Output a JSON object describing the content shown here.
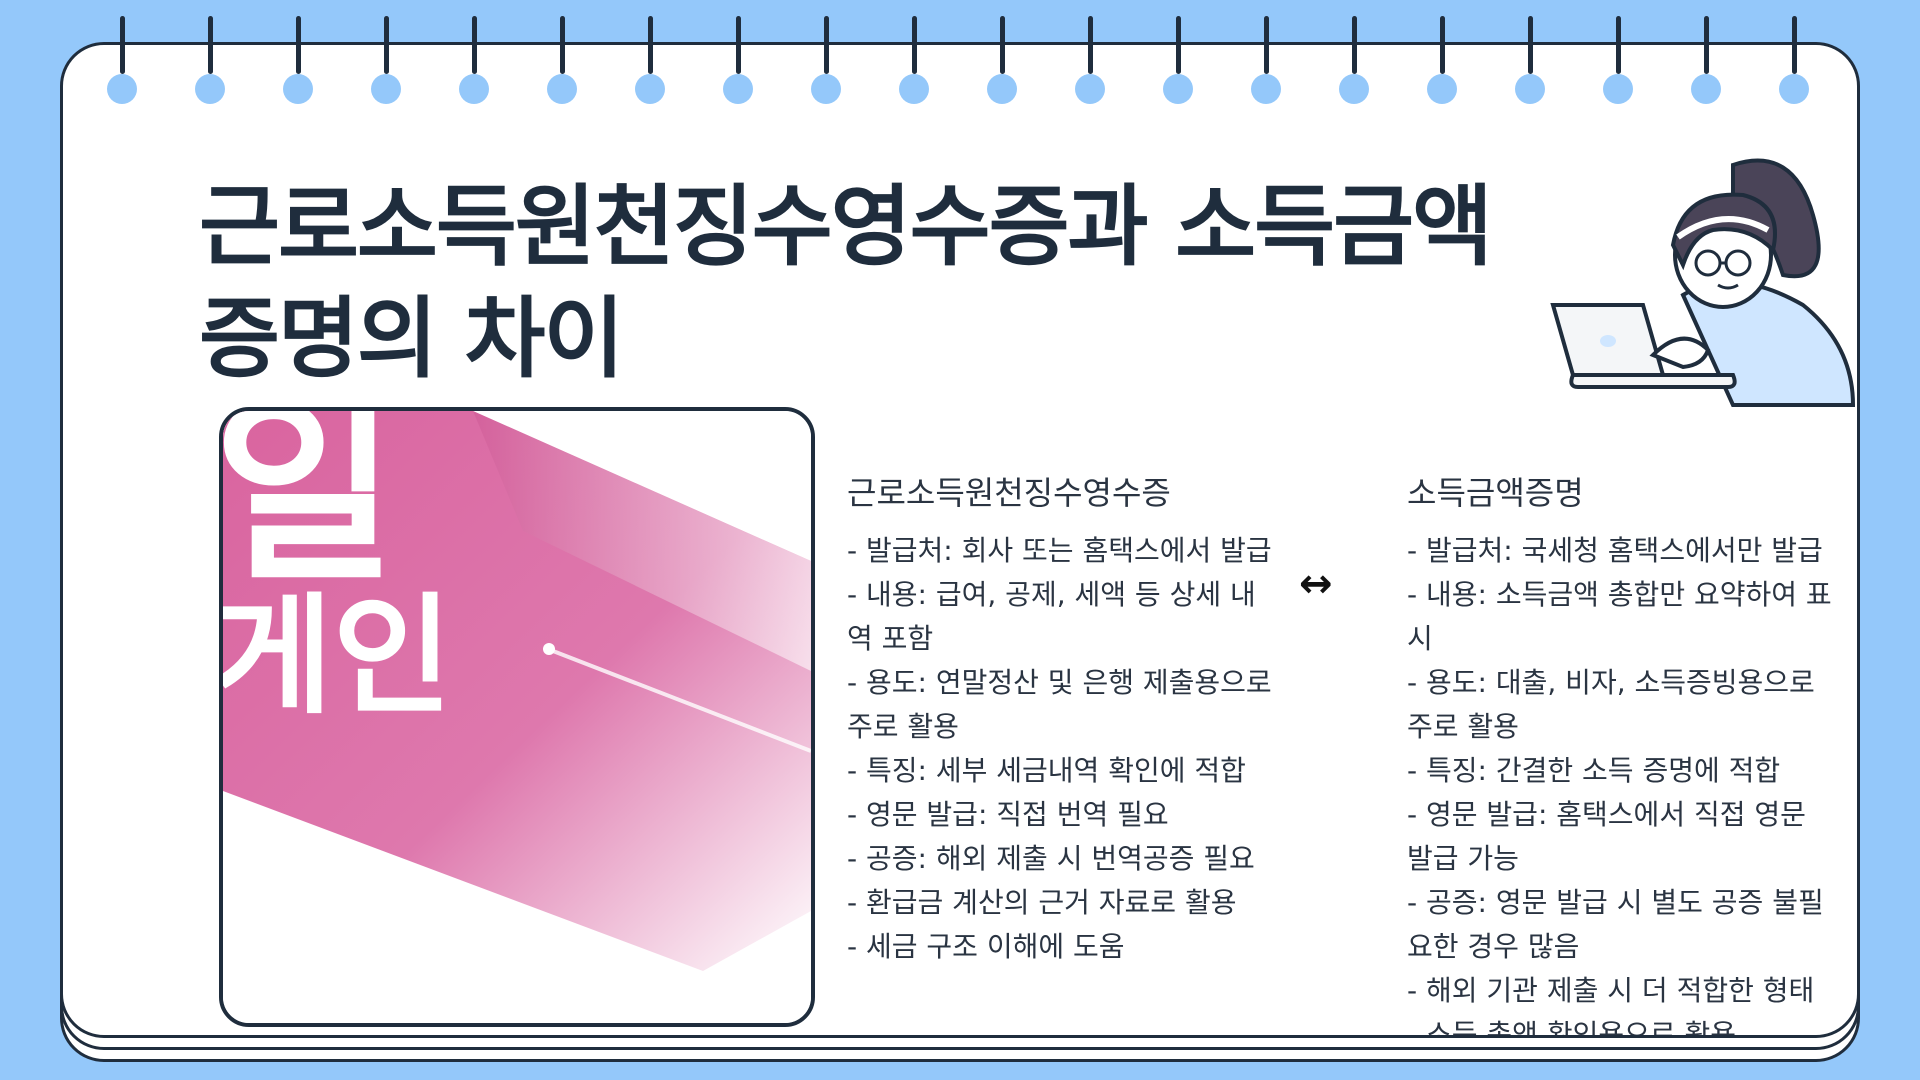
{
  "title": "근로소득원천징수영수증과 소득금액증명의 차이",
  "image_text": [
    "일",
    "게인"
  ],
  "comparison": {
    "arrow": "↔",
    "left": {
      "heading": "근로소득원천징수영수증",
      "items": [
        "- 발급처: 회사 또는 홈택스에서 발급",
        "- 내용: 급여, 공제, 세액 등 상세 내역 포함",
        "- 용도: 연말정산 및 은행 제출용으로 주로 활용",
        "- 특징: 세부 세금내역 확인에 적합",
        "- 영문 발급: 직접 번역 필요",
        "- 공증: 해외 제출 시 번역공증 필요",
        "- 환급금 계산의 근거 자료로 활용",
        "- 세금 구조 이해에 도움"
      ]
    },
    "right": {
      "heading": "소득금액증명",
      "items": [
        "- 발급처: 국세청 홈택스에서만 발급",
        "- 내용: 소득금액 총합만 요약하여 표시",
        "- 용도: 대출, 비자, 소득증빙용으로 주로 활용",
        "- 특징: 간결한 소득 증명에 적합",
        "- 영문 발급: 홈택스에서 직접 영문 발급 가능",
        "- 공증: 영문 발급 시 별도 공증 불필요한 경우 많음",
        "- 해외 기관 제출 시 더 적합한 형태",
        "- 소득 총액 확인용으로 활용"
      ]
    }
  },
  "colors": {
    "background": "#94c8fa",
    "ink": "#1f2d3d",
    "accent_pink": "#d9649f"
  }
}
